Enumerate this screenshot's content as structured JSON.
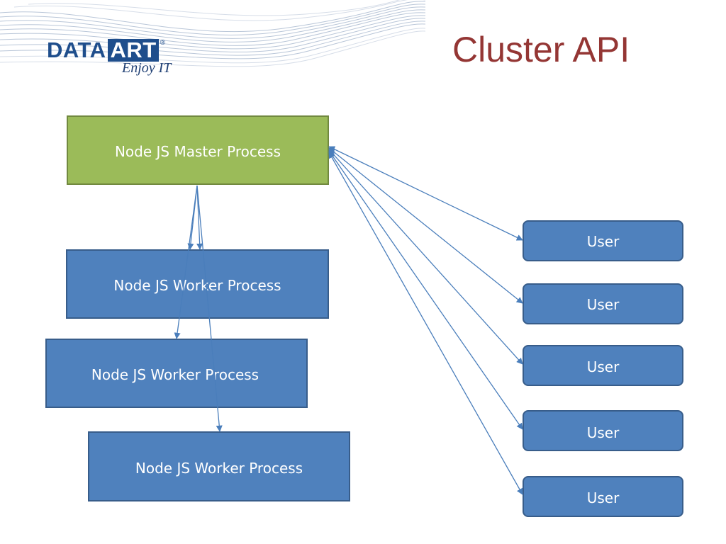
{
  "logo": {
    "word_data": "DATA",
    "word_art": "ART",
    "registered": "®",
    "tagline": "Enjoy IT"
  },
  "title": "Cluster API",
  "master": {
    "label": "Node JS Master Process"
  },
  "workers": [
    {
      "label": "Node JS Worker Process"
    },
    {
      "label": "Node JS Worker Process"
    },
    {
      "label": "Node JS Worker Process"
    }
  ],
  "users": [
    {
      "label": "User"
    },
    {
      "label": "User"
    },
    {
      "label": "User"
    },
    {
      "label": "User"
    },
    {
      "label": "User"
    }
  ],
  "colors": {
    "master_fill": "#9bbb59",
    "worker_fill": "#4f81bd",
    "connector": "#4a7ebb",
    "title": "#943634",
    "brand": "#1f4e8c"
  }
}
